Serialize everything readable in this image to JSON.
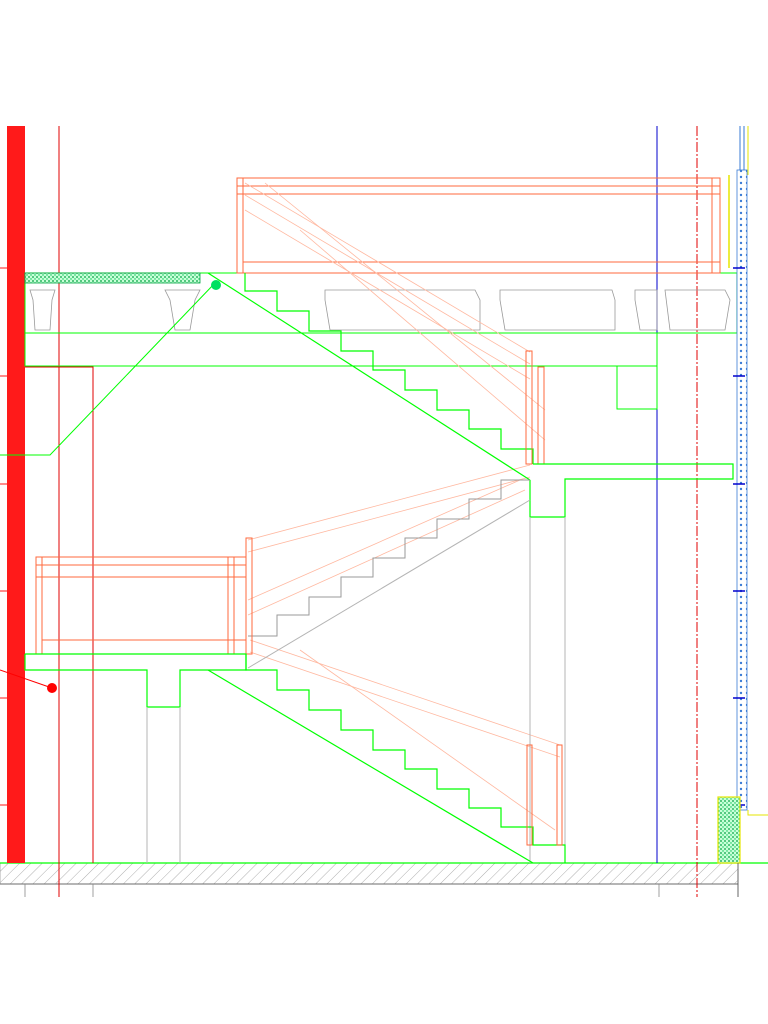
{
  "drawing": {
    "kind": "architectural-section",
    "subject": "staircase",
    "colors": {
      "background": "#ffffff",
      "structure": "#00ff00",
      "railing": "#ff6a3d",
      "railing_light": "#ffb8a0",
      "column": "#ff1a1a",
      "axis_red": "#e00000",
      "axis_blue": "#0000cc",
      "hidden_line": "#b4b4b4",
      "ground_hatch": "#9a9a9a",
      "insulation": "#00b050",
      "facade_blue": "#3a7bd5",
      "facade_yellow": "#e6e600",
      "marker_green": "#00e060",
      "marker_red": "#ff0000"
    },
    "flights": [
      {
        "name": "upper-flight",
        "steps": 9
      },
      {
        "name": "middle-flight",
        "steps": 9
      },
      {
        "name": "lower-flight",
        "steps": 9
      }
    ],
    "landings": [
      "mid-landing",
      "lower-landing"
    ],
    "markers": [
      {
        "name": "level-marker-top",
        "color": "green"
      },
      {
        "name": "level-marker-bottom",
        "color": "red"
      }
    ]
  }
}
